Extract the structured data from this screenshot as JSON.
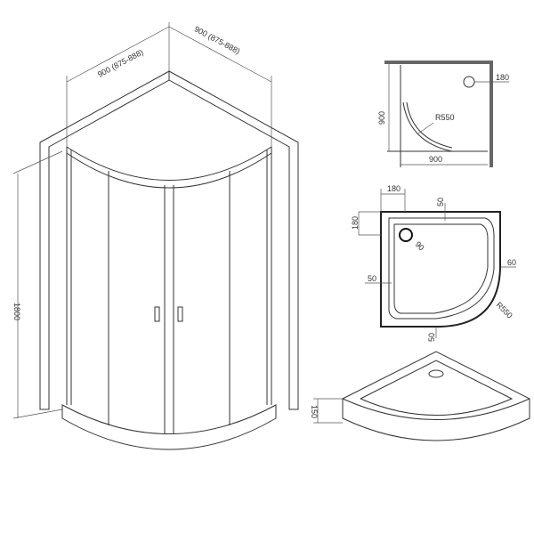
{
  "main_view": {
    "width_left": "900 (875-888)",
    "width_right": "900 (875-888)",
    "height": "1800"
  },
  "top_plan": {
    "depth": "900",
    "width": "900",
    "drain_offset": "180",
    "radius": "R550"
  },
  "tray_plan": {
    "drain_x": "180",
    "drain_y": "180",
    "rim_top": "50",
    "rim_left": "50",
    "rim_bottom": "50",
    "rim_side": "60",
    "drain_diameter": "90",
    "radius": "R550"
  },
  "tray_iso": {
    "height": "150"
  },
  "colors": {
    "line": "#333333",
    "wall": "#666666"
  }
}
